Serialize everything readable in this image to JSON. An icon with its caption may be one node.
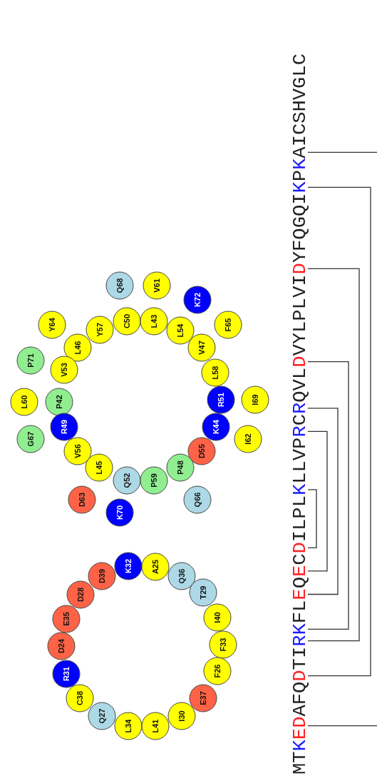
{
  "diagram": {
    "nodes": [
      {
        "text": [
          "K32"
        ]
      },
      {
        "text": [
          "A25"
        ]
      },
      {
        "text": [
          "D39"
        ]
      },
      {
        "text": [
          "Q36"
        ]
      },
      {
        "text": [
          "D28"
        ]
      },
      {
        "text": [
          "T29"
        ]
      },
      {
        "text": [
          "E35"
        ]
      },
      {
        "text": [
          "I40"
        ]
      },
      {
        "text": [
          "D24"
        ]
      },
      {
        "text": [
          "F33"
        ]
      },
      {
        "text": [
          "R31"
        ]
      },
      {
        "text": [
          "F26"
        ]
      },
      {
        "text": [
          "C38"
        ]
      },
      {
        "text": [
          "E37"
        ]
      },
      {
        "text": [
          "Q27"
        ]
      },
      {
        "text": [
          "I30"
        ]
      },
      {
        "text": [
          "L34"
        ]
      },
      {
        "text": [
          "L41"
        ]
      },
      {
        "text": [
          "Q68"
        ]
      },
      {
        "text": [
          "V61"
        ]
      },
      {
        "text": [
          "K72"
        ]
      },
      {
        "text": [
          "C50"
        ]
      },
      {
        "text": [
          "L43"
        ]
      },
      {
        "text": [
          "Y64"
        ]
      },
      {
        "text": [
          "F65"
        ]
      },
      {
        "text": [
          "Y57"
        ]
      },
      {
        "text": [
          "L54"
        ]
      },
      {
        "text": [
          "L46"
        ]
      },
      {
        "text": [
          "V47"
        ]
      },
      {
        "text": [
          "P71"
        ]
      },
      {
        "text": [
          "V53"
        ]
      },
      {
        "text": [
          "L58"
        ]
      },
      {
        "text": [
          "L60"
        ]
      },
      {
        "text": [
          "P42"
        ]
      },
      {
        "text": [
          "R51"
        ]
      },
      {
        "text": [
          "I69"
        ]
      },
      {
        "text": [
          "R49"
        ]
      },
      {
        "text": [
          "K44"
        ]
      },
      {
        "text": [
          "G67"
        ]
      },
      {
        "text": [
          "I62"
        ]
      },
      {
        "text": [
          "V56"
        ]
      },
      {
        "text": [
          "D55"
        ]
      },
      {
        "text": [
          "L45"
        ]
      },
      {
        "text": [
          "P48"
        ]
      },
      {
        "text": [
          "Q52"
        ]
      },
      {
        "text": [
          "P59"
        ]
      },
      {
        "text": [
          "D63"
        ]
      },
      {
        "text": [
          "Q66"
        ]
      },
      {
        "text": [
          "K70"
        ]
      }
    ],
    "labels": [
      "MTKEDAFQDTIRKFLEQECDILPLKLLVPRCRQVLDVYLPLVIDYFQGQIKPKAICSHVGLC"
    ]
  }
}
